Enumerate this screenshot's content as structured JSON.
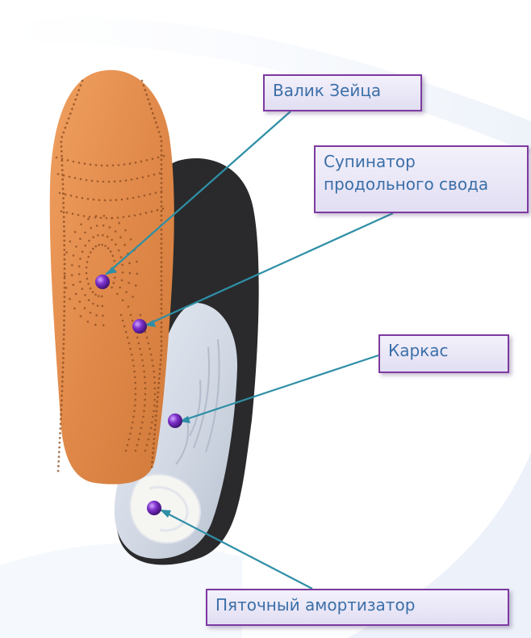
{
  "labels": {
    "valik": "Валик Зейца",
    "supinator_line1": "Супинатор",
    "supinator_line2": "продольного свода",
    "karkas": "Каркас",
    "heel": "Пяточный амортизатор"
  },
  "colors": {
    "label_border": "#7d3aa0",
    "label_text": "#3b6fa8",
    "leader_line": "#2e8fa6",
    "marker": "#7b2fc9",
    "leather": "#e0894a",
    "black_layer": "#2a2a2c",
    "gray_frame": "#cfd6e2"
  }
}
